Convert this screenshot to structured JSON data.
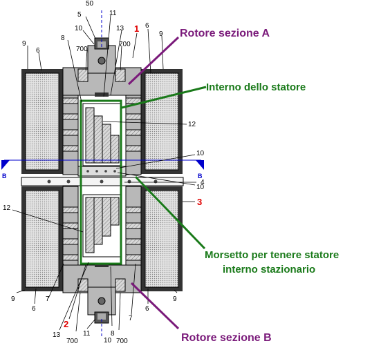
{
  "annotations": {
    "rotor_a": "Rotore sezione A",
    "stator_interior": "Interno dello statore",
    "clamp_line1": "Morsetto per tenere statore",
    "clamp_line2": "interno stazionario",
    "rotor_b": "Rotore sezione B"
  },
  "section_markers": {
    "left": "B",
    "right": "B"
  },
  "part_numbers": {
    "n1": "1",
    "n2": "2",
    "n3": "3",
    "n4": "4",
    "n5": "5",
    "n6": "6",
    "n7": "7",
    "n8": "8",
    "n9": "9",
    "n10": "10",
    "n11": "11",
    "n12": "12",
    "n13": "13",
    "n50": "50",
    "n700": "700"
  },
  "colors": {
    "rotor_annotation": "#7a1a7a",
    "stator_annotation": "#1a7a1a",
    "red_numbers": "#e00000",
    "section_line": "#0000cc",
    "body_gray": "#b8b8b8",
    "winding_hatch": "#c8c8c8"
  }
}
